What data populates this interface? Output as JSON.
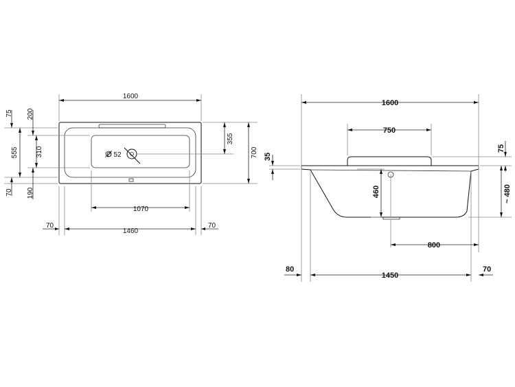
{
  "plan_view": {
    "overall_length": "1600",
    "inner_length": "1460",
    "bottom_length": "1070",
    "left_offset": "70",
    "right_offset": "70",
    "overall_width": "700",
    "inner_width": "555",
    "bottom_width": "310",
    "top_rim": "75",
    "top_offset": "200",
    "bottom_rim": "70",
    "bottom_offset": "190",
    "drain_position": "355",
    "drain_diameter": "Ø 52"
  },
  "side_view": {
    "overall_length": "1600",
    "headrest_length": "750",
    "rim_height": "75",
    "rim_thickness": "35",
    "inner_depth": "460",
    "overall_height": "~ 480",
    "drain_distance": "800",
    "left_offset": "80",
    "base_length": "1450",
    "right_offset": "70"
  }
}
